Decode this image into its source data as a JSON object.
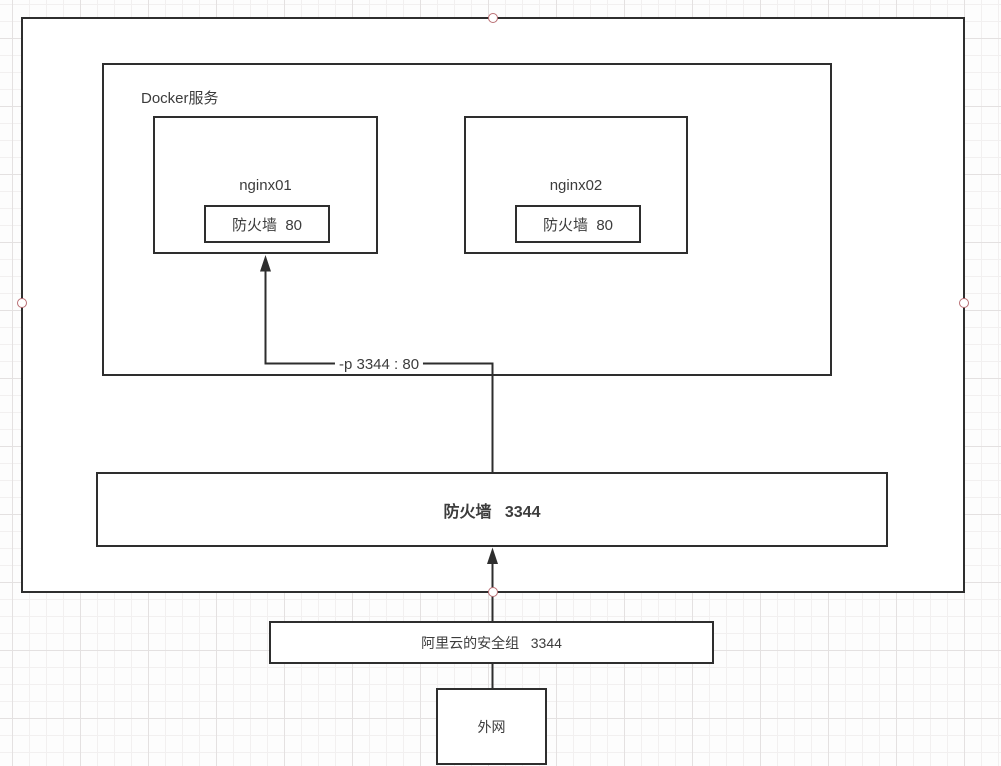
{
  "colors": {
    "shape_stroke": "#2e2e2e",
    "text": "#3c3c3c",
    "selection_handle_stroke": "#b96f74",
    "canvas_background": "#fdfdfd",
    "grid_minor": "#f2f0f0",
    "grid_major": "#e4e1e1"
  },
  "diagram": {
    "docker_group_label": "Docker服务",
    "nginx01_label": "nginx01",
    "nginx01_port_label": "防火墙  80",
    "nginx02_label": "nginx02",
    "nginx02_port_label": "防火墙  80",
    "port_mapping_label": "-p 3344 : 80",
    "host_firewall_label": "防火墙   3344",
    "security_group_label": "阿里云的安全组   3344",
    "external_network_label": "外网"
  }
}
